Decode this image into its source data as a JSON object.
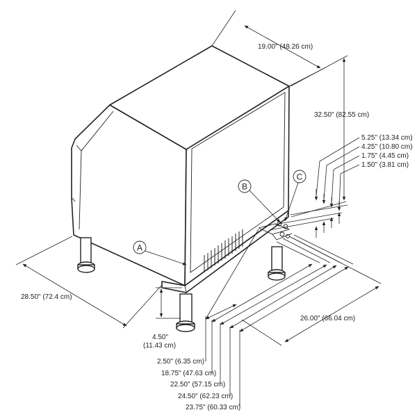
{
  "diagram": {
    "dimensions": {
      "width_top": "19.00\" (48.26 cm)",
      "height": "32.50\" (82.55 cm)",
      "c_offset_1": "5.25\" (13.34 cm)",
      "c_offset_2": "4.25\" (10.80 cm)",
      "c_offset_3": "1.75\" (4.45 cm)",
      "c_offset_4": "1.50\" (3.81 cm)",
      "depth_left": "28.50\" (72.4 cm)",
      "leg_height_in": "4.50\"",
      "leg_height_cm": "(11.43 cm)",
      "depth_right": "26.00\" (66.04 cm)",
      "offset_a": "2.50\" (6.35 cm)",
      "offset_b": "18.75\" (47.63 cm)",
      "offset_c": "22.50\" (57.15 cm)",
      "offset_d": "24.50\" (62.23 cm)",
      "offset_e": "23.75\" (60.33 cm)"
    },
    "callouts": {
      "a": "A",
      "b": "B",
      "c": "C"
    }
  }
}
